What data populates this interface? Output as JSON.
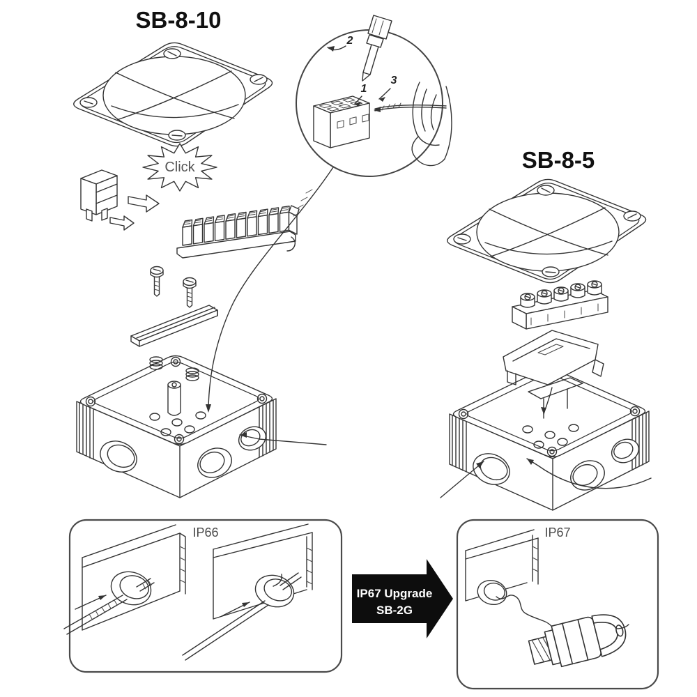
{
  "left_assembly": {
    "title": "SB-8-10",
    "parts": [
      "lid-with-dome",
      "single-terminal",
      "terminal-strip-10-pole",
      "mounting-screws",
      "mounting-rail",
      "junction-box"
    ]
  },
  "right_assembly": {
    "title": "SB-8-5",
    "parts": [
      "lid-with-dome",
      "terminal-strip-5-pole",
      "mounting-bracket",
      "junction-box"
    ]
  },
  "inset_detail": {
    "click_label": "Click",
    "step_numbers": [
      "1",
      "2",
      "3"
    ],
    "icons": [
      "screwdriver-icon",
      "lever-terminal-icon",
      "wire-icon",
      "hand-icon"
    ]
  },
  "seal_comparison": {
    "before_rating": "IP66",
    "after_rating": "IP67",
    "upgrade_label_line1": "IP67 Upgrade",
    "upgrade_label_line2": "SB-2G"
  },
  "colors": {
    "line": "#333333",
    "background": "#ffffff",
    "upgrade_arrow_fill": "#0d0d0d",
    "upgrade_arrow_text": "#ffffff",
    "label_gray": "#555555"
  }
}
